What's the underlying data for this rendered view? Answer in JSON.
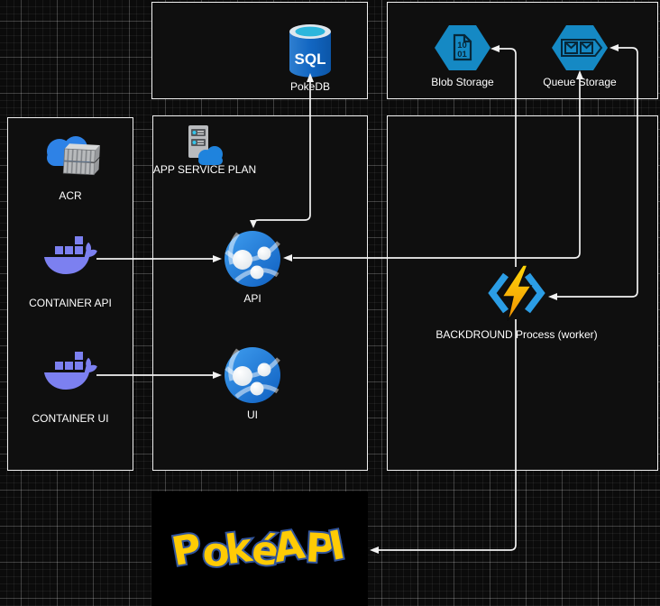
{
  "diagram": {
    "title": "PokeAPI Azure architecture diagram",
    "nodes": {
      "pokedb": {
        "label": "PokeDB",
        "icon": "sql-database-icon"
      },
      "blob": {
        "label": "Blob Storage",
        "icon": "blob-storage-icon"
      },
      "queue": {
        "label": "Queue Storage",
        "icon": "queue-storage-icon"
      },
      "acr": {
        "label": "ACR",
        "icon": "container-registry-icon"
      },
      "container_api": {
        "label": "CONTAINER API",
        "icon": "docker-whale-icon"
      },
      "container_ui": {
        "label": "CONTAINER UI",
        "icon": "docker-whale-icon"
      },
      "app_service_plan": {
        "label": "APP SERVICE PLAN",
        "icon": "app-service-plan-icon"
      },
      "api": {
        "label": "API",
        "icon": "app-service-globe-icon"
      },
      "ui": {
        "label": "UI",
        "icon": "app-service-globe-icon"
      },
      "worker": {
        "label": "BACKDROUND Process (worker)",
        "icon": "azure-functions-icon"
      },
      "pokeapi": {
        "label": "PokéAPI",
        "icon": "pokeapi-logo"
      }
    },
    "sql_icon_text": "SQL",
    "blob_icon_text_line1": "10",
    "blob_icon_text_line2": "01",
    "connections": [
      {
        "from": "API",
        "to": "PokeDB",
        "bidirectional": true
      },
      {
        "from": "CONTAINER API",
        "to": "API",
        "bidirectional": false
      },
      {
        "from": "CONTAINER UI",
        "to": "UI",
        "bidirectional": false
      },
      {
        "from": "API",
        "to": "Queue Storage",
        "bidirectional": true
      },
      {
        "from": "BACKDROUND Process (worker)",
        "to": "Queue Storage",
        "bidirectional": true
      },
      {
        "from": "BACKDROUND Process (worker)",
        "to": "Blob Storage",
        "bidirectional": false
      },
      {
        "from": "BACKDROUND Process (worker)",
        "to": "PokéAPI",
        "bidirectional": false
      }
    ],
    "colors": {
      "edge": "#f2f2f2",
      "box_border": "#f0f0f0",
      "box_fill": "#0f0f0f",
      "storage_hex": "#1589c4",
      "docker_purple": "#7c80f0",
      "azure_blue": "#2e82e6",
      "bolt_yellow": "#ffd60a",
      "bolt_orange": "#f29102",
      "logo_yellow": "#ffcb05",
      "logo_blue": "#31549c",
      "label_text": "#ffffff"
    }
  }
}
